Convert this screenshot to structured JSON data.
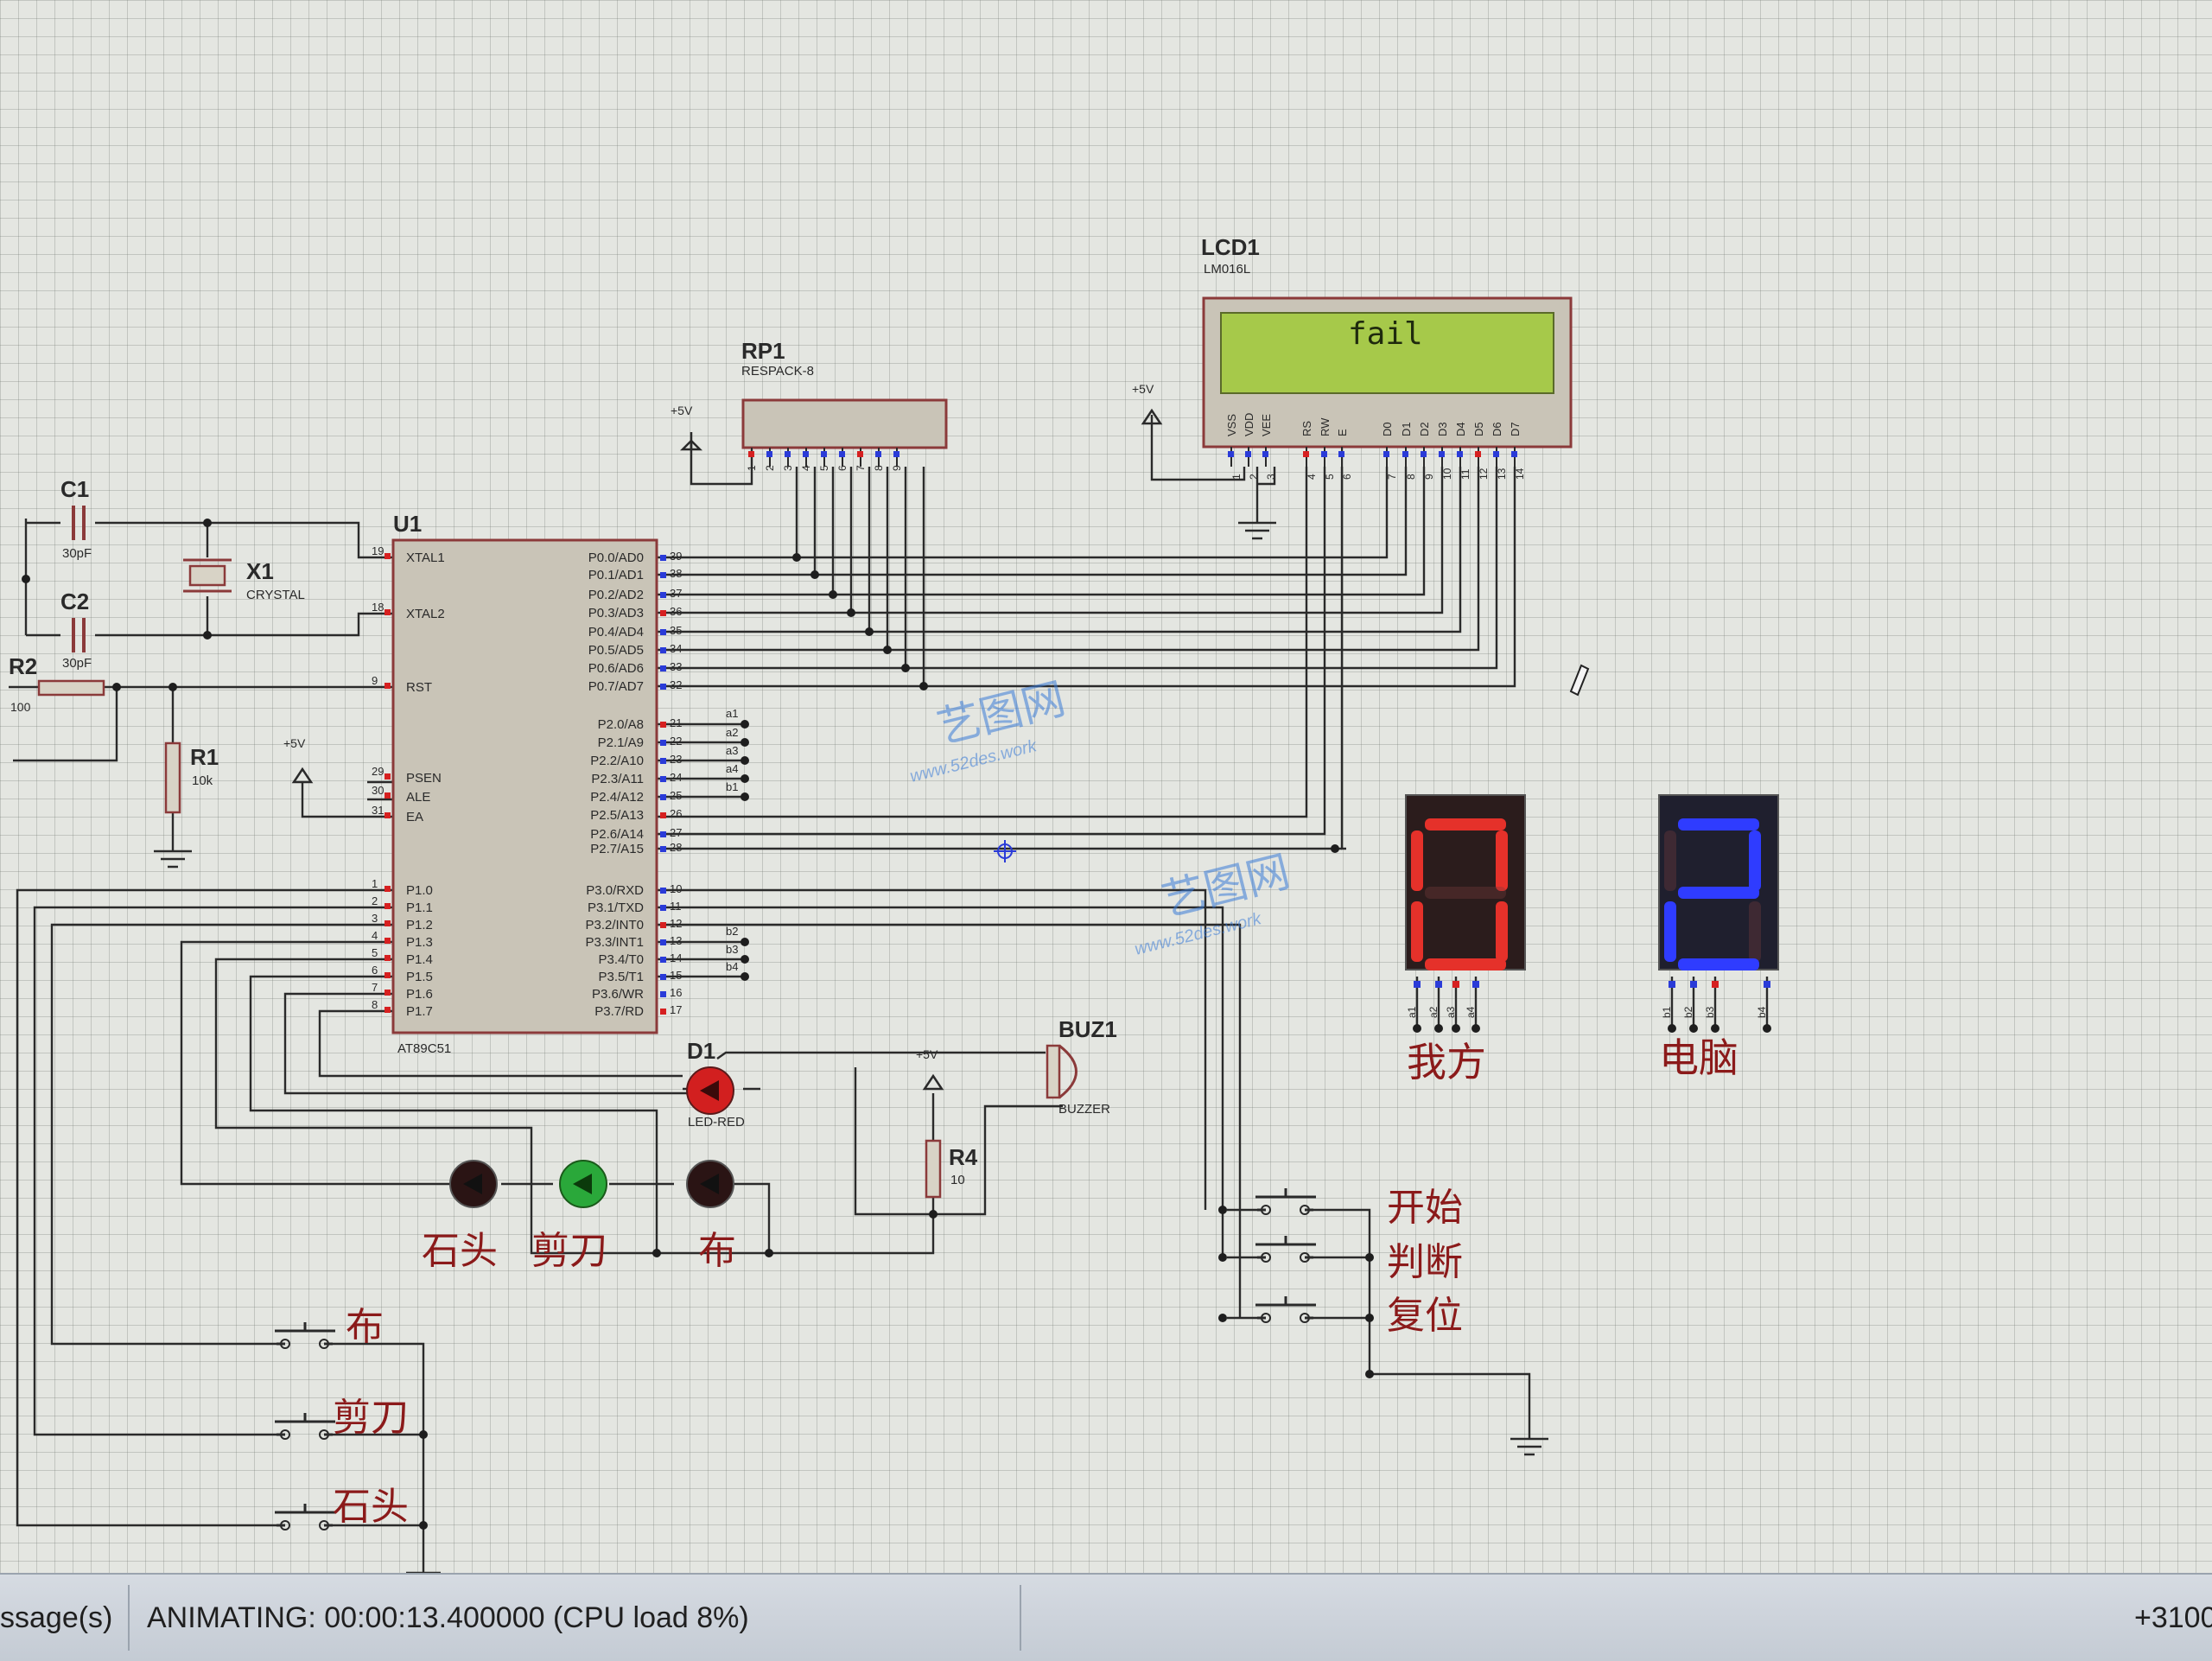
{
  "schematic": {
    "lcd": {
      "ref": "LCD1",
      "part": "LM016L",
      "display_text": "fail",
      "pin_labels": [
        "VSS",
        "VDD",
        "VEE",
        "RS",
        "RW",
        "E",
        "D0",
        "D1",
        "D2",
        "D3",
        "D4",
        "D5",
        "D6",
        "D7"
      ],
      "pin_numbers": [
        "1",
        "2",
        "3",
        "4",
        "5",
        "6",
        "7",
        "8",
        "9",
        "10",
        "11",
        "12",
        "13",
        "14"
      ]
    },
    "respack": {
      "ref": "RP1",
      "part": "RESPACK-8",
      "pin_numbers": [
        "1",
        "2",
        "3",
        "4",
        "5",
        "6",
        "7",
        "8",
        "9"
      ]
    },
    "mcu": {
      "ref": "U1",
      "part": "AT89C51",
      "left_pins": [
        {
          "num": "19",
          "name": "XTAL1"
        },
        {
          "num": "18",
          "name": "XTAL2"
        },
        {
          "num": "9",
          "name": "RST"
        },
        {
          "num": "29",
          "name": "PSEN"
        },
        {
          "num": "30",
          "name": "ALE"
        },
        {
          "num": "31",
          "name": "EA"
        },
        {
          "num": "1",
          "name": "P1.0"
        },
        {
          "num": "2",
          "name": "P1.1"
        },
        {
          "num": "3",
          "name": "P1.2"
        },
        {
          "num": "4",
          "name": "P1.3"
        },
        {
          "num": "5",
          "name": "P1.4"
        },
        {
          "num": "6",
          "name": "P1.5"
        },
        {
          "num": "7",
          "name": "P1.6"
        },
        {
          "num": "8",
          "name": "P1.7"
        }
      ],
      "right_pins": [
        {
          "num": "39",
          "name": "P0.0/AD0"
        },
        {
          "num": "38",
          "name": "P0.1/AD1"
        },
        {
          "num": "37",
          "name": "P0.2/AD2"
        },
        {
          "num": "36",
          "name": "P0.3/AD3"
        },
        {
          "num": "35",
          "name": "P0.4/AD4"
        },
        {
          "num": "34",
          "name": "P0.5/AD5"
        },
        {
          "num": "33",
          "name": "P0.6/AD6"
        },
        {
          "num": "32",
          "name": "P0.7/AD7"
        },
        {
          "num": "21",
          "name": "P2.0/A8"
        },
        {
          "num": "22",
          "name": "P2.1/A9"
        },
        {
          "num": "23",
          "name": "P2.2/A10"
        },
        {
          "num": "24",
          "name": "P2.3/A11"
        },
        {
          "num": "25",
          "name": "P2.4/A12"
        },
        {
          "num": "26",
          "name": "P2.5/A13"
        },
        {
          "num": "27",
          "name": "P2.6/A14"
        },
        {
          "num": "28",
          "name": "P2.7/A15"
        },
        {
          "num": "10",
          "name": "P3.0/RXD"
        },
        {
          "num": "11",
          "name": "P3.1/TXD"
        },
        {
          "num": "12",
          "name": "P3.2/INT0"
        },
        {
          "num": "13",
          "name": "P3.3/INT1"
        },
        {
          "num": "14",
          "name": "P3.4/T0"
        },
        {
          "num": "15",
          "name": "P3.5/T1"
        },
        {
          "num": "16",
          "name": "P3.6/WR"
        },
        {
          "num": "17",
          "name": "P3.7/RD"
        }
      ]
    },
    "parts": {
      "c1": {
        "ref": "C1",
        "value": "30pF"
      },
      "c2": {
        "ref": "C2",
        "value": "30pF"
      },
      "x1": {
        "ref": "X1",
        "value": "CRYSTAL"
      },
      "r1": {
        "ref": "R1",
        "value": "10k"
      },
      "r2": {
        "ref": "R2",
        "value": "100"
      },
      "r4": {
        "ref": "R4",
        "value": "10"
      },
      "d1": {
        "ref": "D1",
        "value": "LED-RED"
      },
      "buz1": {
        "ref": "BUZ1",
        "value": "BUZZER"
      }
    },
    "power_label": "+5V",
    "bus_labels_a": [
      "a1",
      "a2",
      "a3",
      "a4"
    ],
    "bus_labels_b": [
      "b1",
      "b2",
      "b3",
      "b4"
    ],
    "displays": [
      {
        "digit": "0",
        "label": "我方",
        "color": "#e5312a"
      },
      {
        "digit": "2",
        "label": "电脑",
        "color": "#2f3cff"
      }
    ],
    "led_labels": [
      "石头",
      "剪刀",
      "布"
    ],
    "left_buttons": [
      "布",
      "剪刀",
      "石头"
    ],
    "right_buttons": [
      "开始",
      "判断",
      "复位"
    ],
    "watermark": {
      "brand": "艺图网",
      "url": "www.52des.work"
    }
  },
  "statusbar": {
    "messages": "ssage(s)",
    "status": "ANIMATING: 00:00:13.400000 (CPU load 8%)",
    "coord": "+3100."
  },
  "colors": {
    "wire": "#2a2a2a",
    "body": "#c9c4b7",
    "outline": "#8b3a3a",
    "text_red": "#8b1a1a",
    "lcd_bg": "#a6c94a"
  }
}
